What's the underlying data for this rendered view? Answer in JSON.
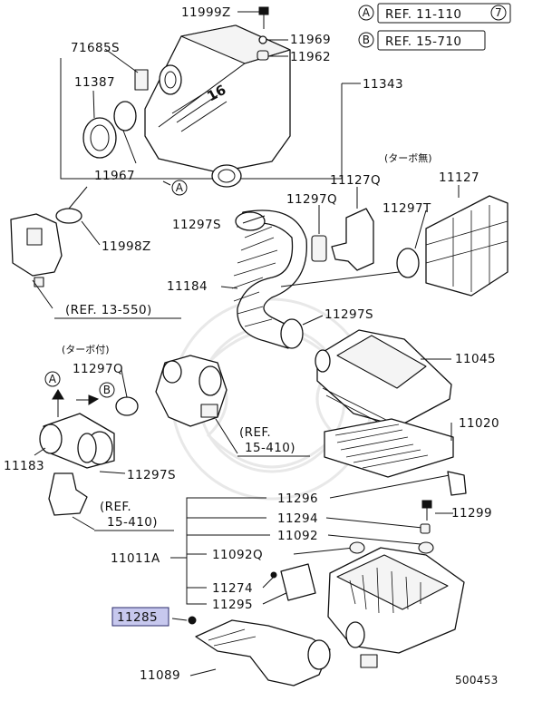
{
  "diagram": {
    "figure_number": "500453",
    "header_refs": [
      {
        "key": "A",
        "ref": "REF. 11-110",
        "suffix": "7"
      },
      {
        "key": "B",
        "ref": "REF. 15-710"
      }
    ],
    "notes": {
      "no_turbo": "(ターボ無)",
      "turbo": "(ターボ付)"
    },
    "refs": {
      "r13550": "(REF. 13-550)",
      "r15410_top": "(REF.",
      "r15410_bottom": "15-410)",
      "r15410b_top": "(REF.",
      "r15410b_bottom": "15-410)"
    },
    "callouts": {
      "A_top": "A",
      "A_left": "A",
      "B_left": "B"
    },
    "highlight_color": "#c7c8ee",
    "labels": {
      "p11999Z": "11999Z",
      "p71685S": "71685S",
      "p11969": "11969",
      "p11962": "11962",
      "p11387": "11387",
      "p11343": "11343",
      "p11967": "11967",
      "p11998Z": "11998Z",
      "p11127Q": "11127Q",
      "p11127": "11127",
      "p11297Q_top": "11297Q",
      "p11297S_a": "11297S",
      "p11297T": "11297T",
      "p11184": "11184",
      "p11297S_b": "11297S",
      "p11045": "11045",
      "p11297Q_left": "11297Q",
      "p11020": "11020",
      "p11183": "11183",
      "p11297S_c": "11297S",
      "p11296": "11296",
      "p11299": "11299",
      "p11294": "11294",
      "p11092": "11092",
      "p11011A": "11011A",
      "p11092Q": "11092Q",
      "p11274": "11274",
      "p11295": "11295",
      "p11285": "11285",
      "p11089": "11089"
    }
  }
}
